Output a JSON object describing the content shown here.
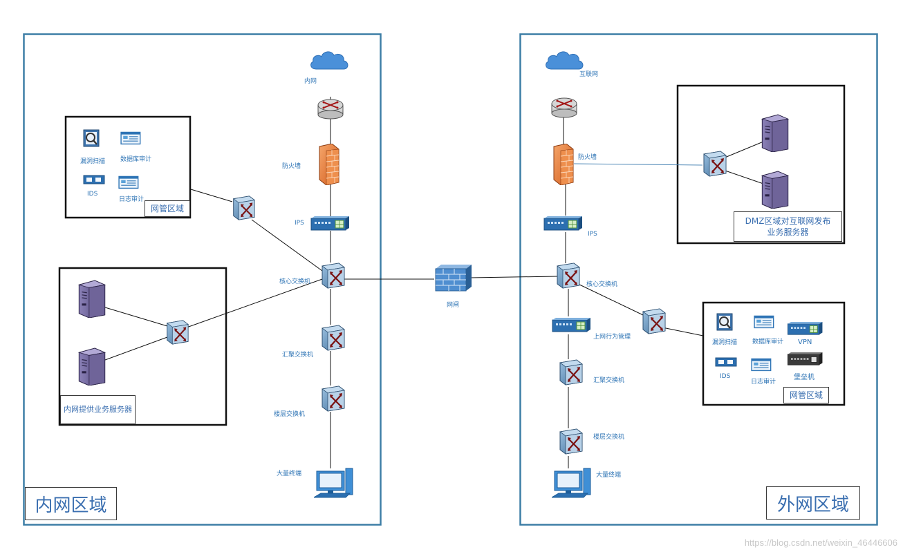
{
  "left_zone": {
    "region_label": "内网区域",
    "cloud_label": "内网",
    "firewall_label": "防火墙",
    "ips_label": "IPS",
    "core_switch_label": "核心交换机",
    "agg_switch_label": "汇聚交换机",
    "floor_switch_label": "楼层交换机",
    "terminals_label": "大量终端",
    "mgmt_area": {
      "label": "网管区域",
      "items": [
        "漏洞扫描",
        "数据库审计",
        "IDS",
        "日志审计"
      ]
    },
    "server_area_label": "内网提供业务服务器"
  },
  "gap_label": "网闸",
  "right_zone": {
    "region_label": "外网区域",
    "cloud_label": "互联网",
    "firewall_label": "防火墙",
    "ips_label": "IPS",
    "core_switch_label": "核心交换机",
    "behavior_mgmt_label": "上网行为管理",
    "agg_switch_label": "汇聚交换机",
    "floor_switch_label": "楼层交换机",
    "terminals_label": "大量终端",
    "dmz_label": "DMZ区域对互联网发布业务服务器",
    "mgmt_area": {
      "label": "网管区域",
      "items": [
        "漏洞扫描",
        "数据库审计",
        "VPN",
        "IDS",
        "日志审计",
        "堡垒机"
      ]
    }
  },
  "watermark": "https://blog.csdn.net/weixin_46446606",
  "colors": {
    "zone_border": "#3d7ea6",
    "label_text": "#2e74b5",
    "firewall": "#e8722c",
    "switch": "#5b8fbf",
    "server": "#5e5288",
    "cloud": "#4a90d9"
  }
}
